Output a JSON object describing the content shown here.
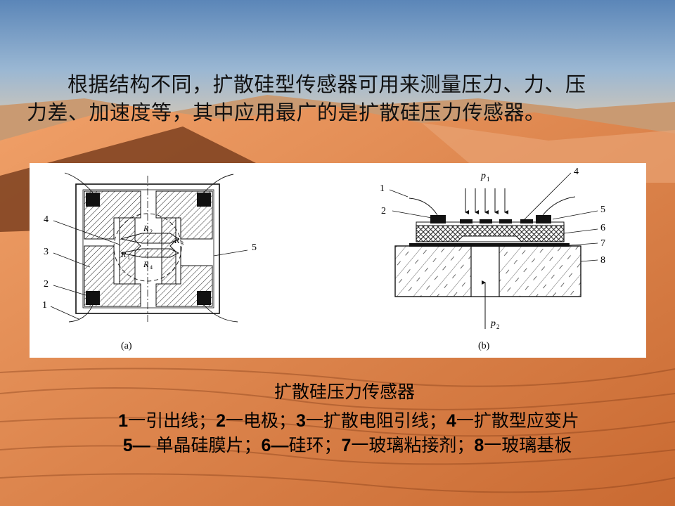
{
  "slide": {
    "paragraph_line1": "根据结构不同，扩散硅型传感器可用来测量压力、力、压",
    "paragraph_line2": "力差、加速度等，其中应用最广的是扩散硅压力传感器。"
  },
  "figure": {
    "panel_a_label": "(a)",
    "panel_b_label": "(b)",
    "a_callouts": [
      "4",
      "3",
      "2",
      "1",
      "5"
    ],
    "a_resistors": [
      "R",
      "2",
      "R",
      "3",
      "R",
      "1",
      "R",
      "4"
    ],
    "b_callouts_left": [
      "1",
      "2"
    ],
    "b_callouts_right": [
      "4",
      "5",
      "6",
      "7",
      "8"
    ],
    "b_p1": "p",
    "b_p1_sub": "1",
    "b_p2": "p",
    "b_p2_sub": "2"
  },
  "caption": {
    "title": "扩散硅压力传感器",
    "line1": [
      {
        "num": "1",
        "text": "一引出线；"
      },
      {
        "num": "2",
        "text": "一电极；"
      },
      {
        "num": "3",
        "text": "一扩散电阻引线；"
      },
      {
        "num": "4",
        "text": "一扩散型应变片"
      }
    ],
    "line2": [
      {
        "num": "5—",
        "text": " 单晶硅膜片；"
      },
      {
        "num": "6—",
        "text": "硅环；"
      },
      {
        "num": "7",
        "text": "一玻璃粘接剂；"
      },
      {
        "num": "8",
        "text": "一玻璃基板"
      }
    ]
  }
}
